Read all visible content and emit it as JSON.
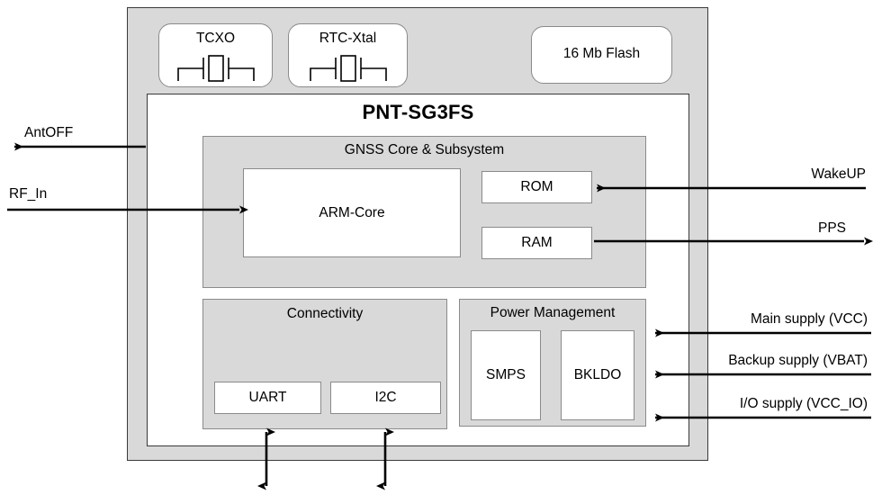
{
  "diagram": {
    "title": "PNT-SG3FS",
    "module": {
      "name": "module-package"
    },
    "external_components": [
      {
        "id": "tcxo",
        "label": "TCXO",
        "symbol": "crystal-symbol"
      },
      {
        "id": "rtc-xtal",
        "label": "RTC-Xtal",
        "symbol": "crystal-symbol"
      },
      {
        "id": "flash",
        "label": "16 Mb Flash",
        "symbol": "none"
      }
    ],
    "sections": [
      {
        "id": "gnss",
        "title": "GNSS Core & Subsystem",
        "blocks": [
          {
            "id": "arm",
            "label": "ARM-Core"
          },
          {
            "id": "rom",
            "label": "ROM"
          },
          {
            "id": "ram",
            "label": "RAM"
          }
        ]
      },
      {
        "id": "connectivity",
        "title": "Connectivity",
        "blocks": [
          {
            "id": "uart",
            "label": "UART"
          },
          {
            "id": "i2c",
            "label": "I2C"
          }
        ]
      },
      {
        "id": "power",
        "title": "Power Management",
        "blocks": [
          {
            "id": "smps",
            "label": "SMPS"
          },
          {
            "id": "bkldo",
            "label": "BKLDO"
          }
        ]
      }
    ],
    "signals": [
      {
        "id": "antoff",
        "label": "AntOFF",
        "side": "left",
        "direction": "out"
      },
      {
        "id": "rf_in",
        "label": "RF_In",
        "side": "left",
        "direction": "in"
      },
      {
        "id": "wakeup",
        "label": "WakeUP",
        "side": "right",
        "direction": "in"
      },
      {
        "id": "pps",
        "label": "PPS",
        "side": "right",
        "direction": "out"
      },
      {
        "id": "vcc",
        "label": "Main supply (VCC)",
        "side": "right",
        "direction": "in"
      },
      {
        "id": "vbat",
        "label": "Backup supply (VBAT)",
        "side": "right",
        "direction": "in"
      },
      {
        "id": "vcc_io",
        "label": "I/O supply (VCC_IO)",
        "side": "right",
        "direction": "in"
      },
      {
        "id": "uart_bus",
        "label": "",
        "side": "bottom",
        "direction": "bidirectional"
      },
      {
        "id": "i2c_bus",
        "label": "",
        "side": "bottom",
        "direction": "bidirectional"
      }
    ],
    "colors": {
      "module_fill": "#d9d9d9",
      "block_fill": "#ffffff",
      "section_fill": "#d9d9d9",
      "outline_dark": "#3a3a3a",
      "outline_light": "#8a8a8a",
      "wire": "#000000"
    }
  }
}
